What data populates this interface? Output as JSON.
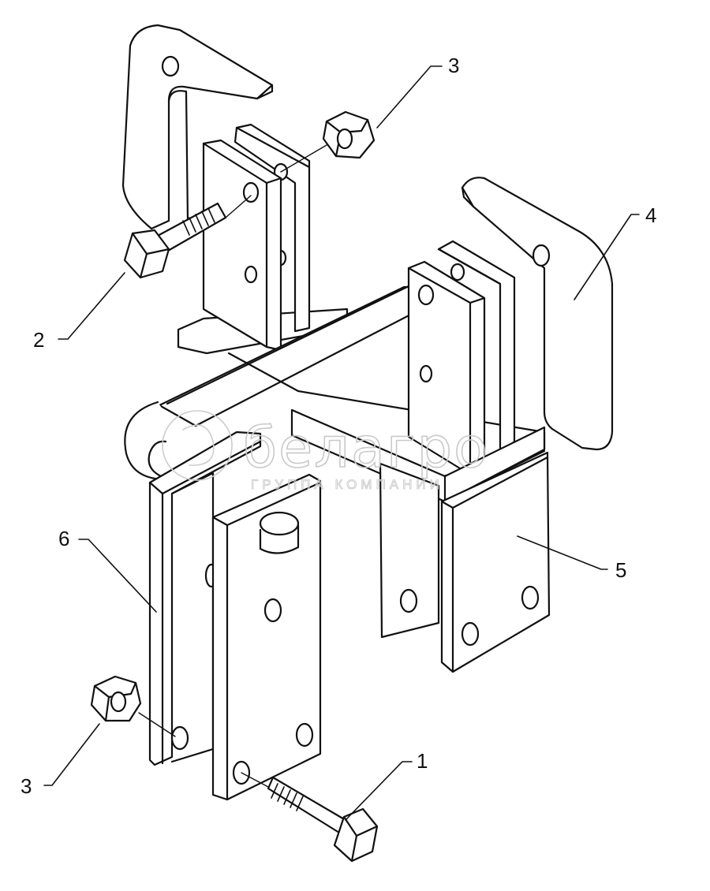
{
  "callouts": {
    "c1": "1",
    "c2": "2",
    "c3_top": "3",
    "c3_bottom": "3",
    "c4": "4",
    "c5": "5",
    "c6": "6"
  },
  "watermark": {
    "brand": "белагро",
    "tagline": "ГРУППА КОМПАНИИ"
  }
}
